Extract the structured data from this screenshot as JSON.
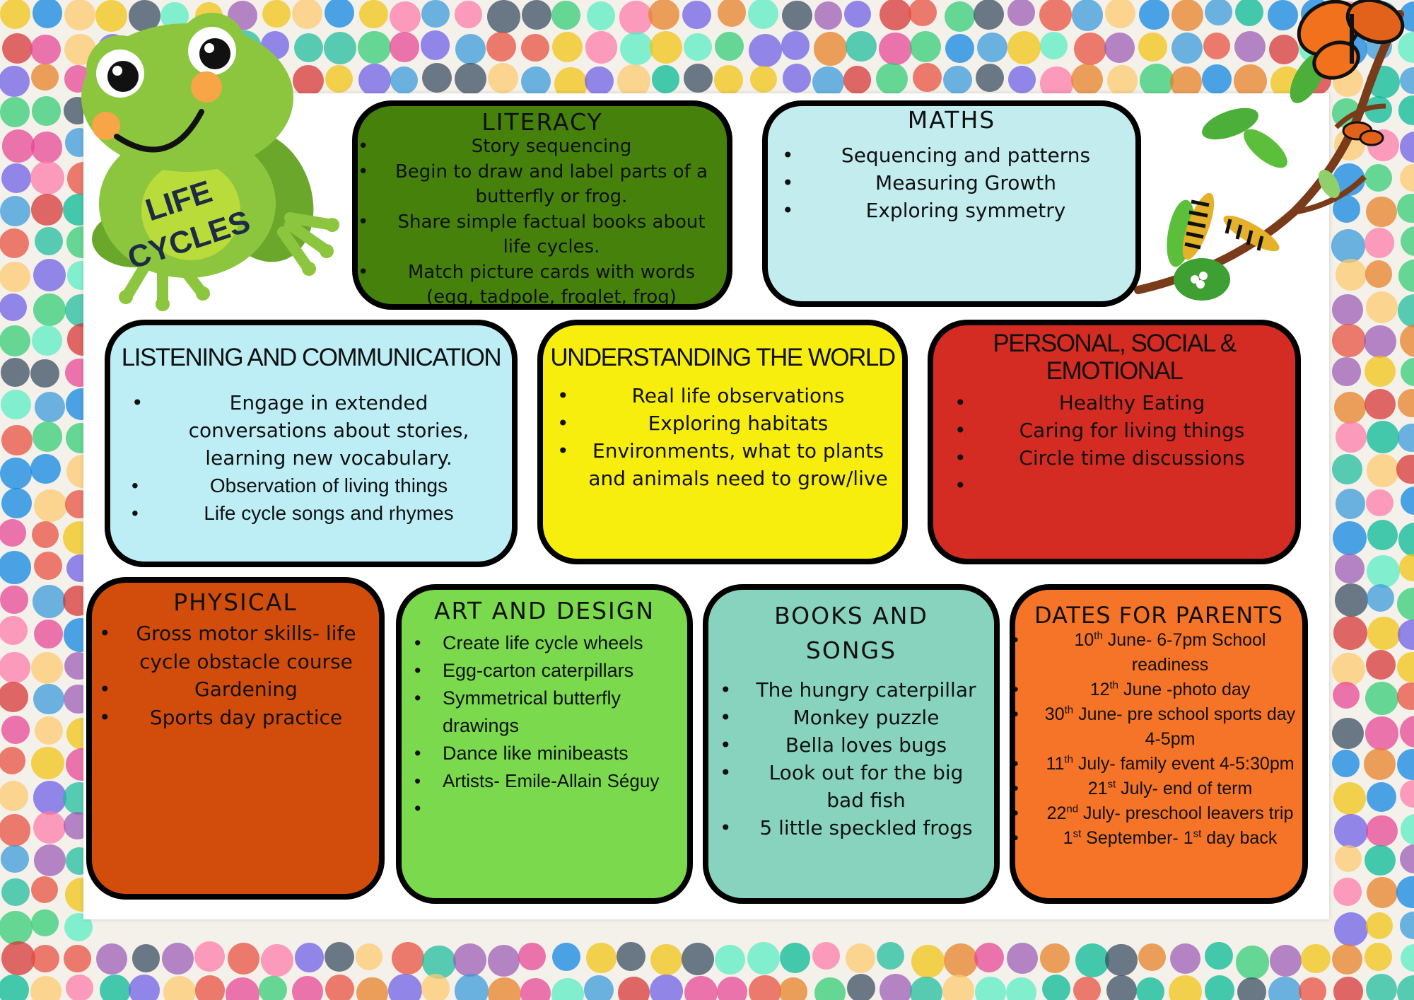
{
  "badge": {
    "line1": "LIFE",
    "line2": "CYCLES"
  },
  "sections": {
    "literacy": {
      "title": "LITERACY",
      "items": [
        "Story sequencing",
        "Begin to draw and label parts of a butterfly or frog.",
        "Share simple factual books about life cycles.",
        "Match picture cards with words (egg, tadpole, froglet, frog)"
      ]
    },
    "maths": {
      "title": "MATHS",
      "items": [
        "Sequencing and patterns",
        "Measuring Growth",
        "Exploring symmetry"
      ]
    },
    "listening": {
      "title": "LISTENING AND COMMUNICATION",
      "items": [
        "Engage in extended conversations about stories, learning new vocabulary.",
        "Observation of living things",
        "Life cycle songs and rhymes"
      ]
    },
    "understanding": {
      "title": "UNDERSTANDING THE WORLD",
      "items": [
        "Real life observations",
        "Exploring habitats",
        "Environments, what to plants and animals need to grow/live"
      ]
    },
    "psed": {
      "title": "PERSONAL, SOCIAL & EMOTIONAL",
      "items": [
        "Healthy Eating",
        "Caring for living things",
        "Circle time discussions",
        ""
      ]
    },
    "physical": {
      "title": "PHYSICAL",
      "items": [
        "Gross motor skills- life cycle obstacle course",
        "Gardening",
        "Sports day practice"
      ]
    },
    "art": {
      "title": "ART AND DESIGN",
      "items": [
        "Create life cycle wheels",
        "Egg-carton caterpillars",
        "Symmetrical butterfly drawings",
        "Dance like minibeasts",
        "Artists- Emile-Allain Séguy",
        ""
      ]
    },
    "books": {
      "title": "BOOKS AND SONGS",
      "items": [
        "The hungry caterpillar",
        "Monkey puzzle",
        "Bella loves bugs",
        "Look out for the big bad fish",
        "5 little speckled frogs"
      ]
    },
    "dates": {
      "title": "DATES FOR PARENTS",
      "items": [
        {
          "day": "10",
          "sup": "th",
          "text": " June- 6-7pm School readiness"
        },
        {
          "day": "12",
          "sup": "th",
          "text": " June -photo day"
        },
        {
          "day": "30",
          "sup": "th",
          "text": " June- pre school sports day 4-5pm"
        },
        {
          "day": "11",
          "sup": "th",
          "text": " July- family event 4-5:30pm"
        },
        {
          "day": "21",
          "sup": "st",
          "text": " July- end of term"
        },
        {
          "day": "22",
          "sup": "nd",
          "text": " July- preschool leavers trip"
        },
        {
          "day": "1",
          "sup": "st",
          "text": " September- 1",
          "sup2": "st",
          "text2": " day back"
        }
      ]
    }
  },
  "colors": {
    "literacy": "#46810c",
    "maths": "#c3ecee",
    "listening": "#bdeef6",
    "understanding": "#f7ee0e",
    "psed": "#d42b23",
    "physical": "#d24d0c",
    "art": "#7bd94e",
    "books": "#88d3bd",
    "dates": "#f57427",
    "frog": "#8cc63f",
    "frog_dark": "#6aa72a",
    "badge_text": "#1d2b45"
  },
  "icons": [
    "frog-icon",
    "butterfly-icon",
    "caterpillar-icon",
    "branch-icon"
  ]
}
